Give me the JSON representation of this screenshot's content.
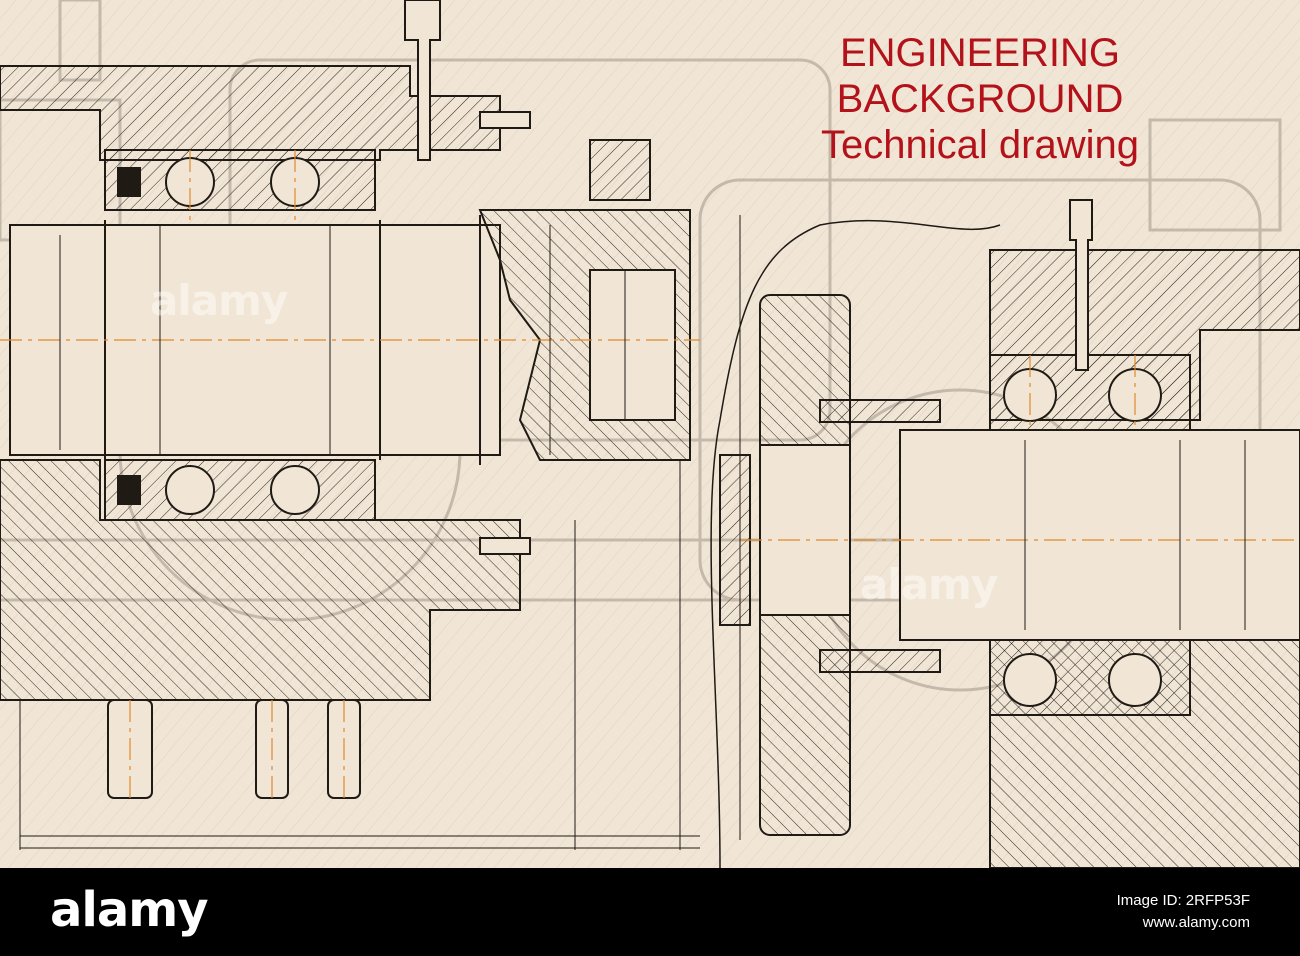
{
  "drawing": {
    "title_lines": [
      "ENGINEERING",
      "BACKGROUND",
      "Technical drawing"
    ],
    "colors": {
      "paper": "#f1e6d6",
      "ink": "#1f1a14",
      "ghost_ink": "#b9aea0",
      "centerline": "#e08a2e",
      "title": "#b4121a"
    }
  },
  "watermark": {
    "logo": "alamy"
  },
  "footer": {
    "logo": "alamy",
    "image_id_line": "Image ID: 2RFP53F",
    "site": "www.alamy.com"
  }
}
